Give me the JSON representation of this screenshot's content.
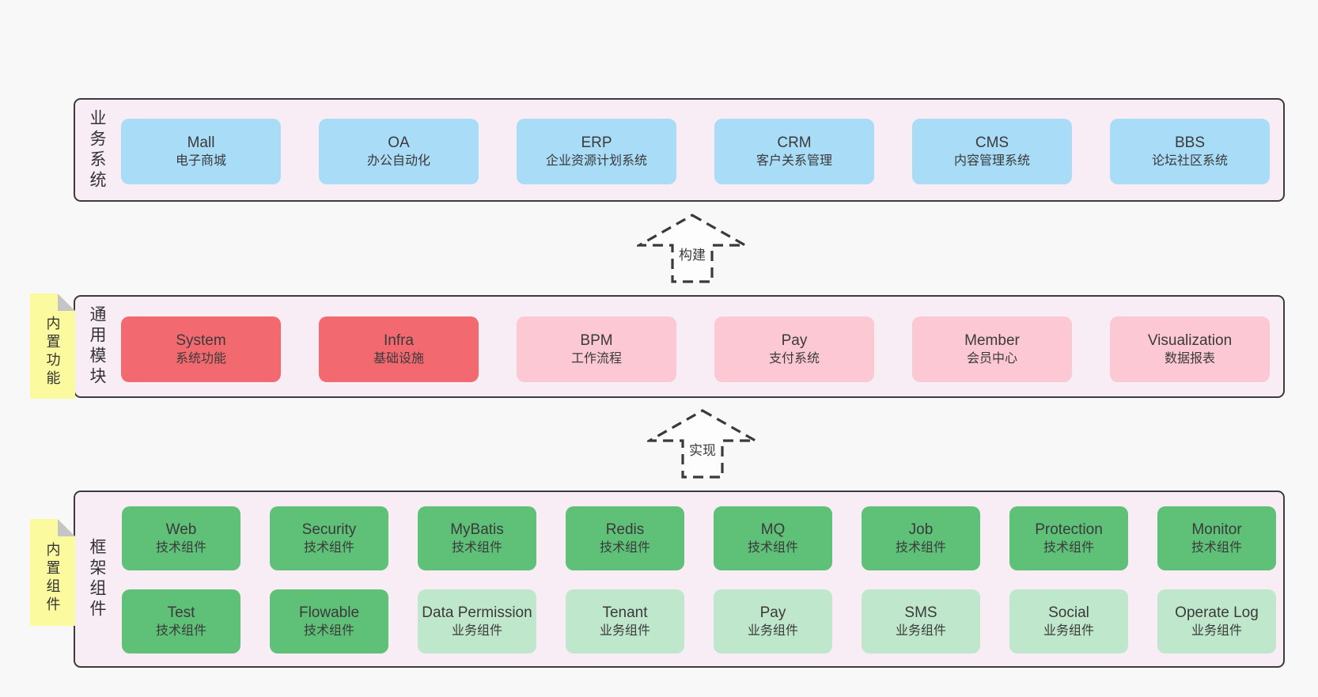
{
  "palette": {
    "page_bg": "#f8f8f8",
    "band_bg": "#f8edf5",
    "band_border": "#3c3c3c",
    "blue_box": "#a9dcf6",
    "red_box": "#f2696f",
    "pink_box": "#fcc8d3",
    "green_box": "#5fc078",
    "green_light_box": "#bfe7cb",
    "sticky_bg": "#fbfa9e",
    "sticky_fold": "#c5c5c5",
    "text": "#3a3a3a"
  },
  "arrows": [
    {
      "label": "构建"
    },
    {
      "label": "实现"
    }
  ],
  "bands": [
    {
      "id": "business-systems",
      "label": "业务系统",
      "boxes": [
        {
          "name": "Mall",
          "desc": "电子商城",
          "variant": "blue"
        },
        {
          "name": "OA",
          "desc": "办公自动化",
          "variant": "blue"
        },
        {
          "name": "ERP",
          "desc": "企业资源计划系统",
          "variant": "blue"
        },
        {
          "name": "CRM",
          "desc": "客户关系管理",
          "variant": "blue"
        },
        {
          "name": "CMS",
          "desc": "内容管理系统",
          "variant": "blue"
        },
        {
          "name": "BBS",
          "desc": "论坛社区系统",
          "variant": "blue"
        }
      ]
    },
    {
      "id": "common-modules",
      "label": "通用模块",
      "sticky": "内置功能",
      "boxes": [
        {
          "name": "System",
          "desc": "系统功能",
          "variant": "red"
        },
        {
          "name": "Infra",
          "desc": "基础设施",
          "variant": "red"
        },
        {
          "name": "BPM",
          "desc": "工作流程",
          "variant": "pink"
        },
        {
          "name": "Pay",
          "desc": "支付系统",
          "variant": "pink"
        },
        {
          "name": "Member",
          "desc": "会员中心",
          "variant": "pink"
        },
        {
          "name": "Visualization",
          "desc": "数据报表",
          "variant": "pink"
        }
      ]
    },
    {
      "id": "framework-components",
      "label": "框架组件",
      "sticky": "内置组件",
      "rows": [
        [
          {
            "name": "Web",
            "desc": "技术组件",
            "variant": "green"
          },
          {
            "name": "Security",
            "desc": "技术组件",
            "variant": "green"
          },
          {
            "name": "MyBatis",
            "desc": "技术组件",
            "variant": "green"
          },
          {
            "name": "Redis",
            "desc": "技术组件",
            "variant": "green"
          },
          {
            "name": "MQ",
            "desc": "技术组件",
            "variant": "green"
          },
          {
            "name": "Job",
            "desc": "技术组件",
            "variant": "green"
          },
          {
            "name": "Protection",
            "desc": "技术组件",
            "variant": "green"
          },
          {
            "name": "Monitor",
            "desc": "技术组件",
            "variant": "green"
          }
        ],
        [
          {
            "name": "Test",
            "desc": "技术组件",
            "variant": "green"
          },
          {
            "name": "Flowable",
            "desc": "技术组件",
            "variant": "green"
          },
          {
            "name": "Data Permission",
            "desc": "业务组件",
            "variant": "green-light"
          },
          {
            "name": "Tenant",
            "desc": "业务组件",
            "variant": "green-light"
          },
          {
            "name": "Pay",
            "desc": "业务组件",
            "variant": "green-light"
          },
          {
            "name": "SMS",
            "desc": "业务组件",
            "variant": "green-light"
          },
          {
            "name": "Social",
            "desc": "业务组件",
            "variant": "green-light"
          },
          {
            "name": "Operate Log",
            "desc": "业务组件",
            "variant": "green-light"
          }
        ]
      ]
    }
  ]
}
